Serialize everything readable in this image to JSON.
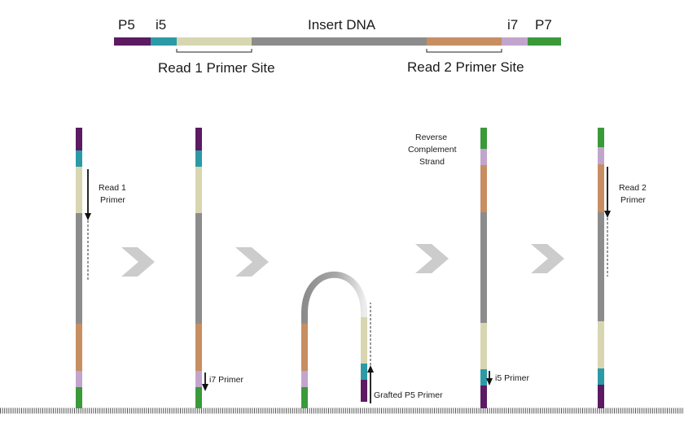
{
  "colors": {
    "p5": "#5c1a63",
    "i5": "#2b9aa6",
    "read1": "#d8d6b0",
    "insert": "#8c8c8c",
    "read2": "#c78e62",
    "i7": "#c2a5cc",
    "p7": "#3a9a3a",
    "chevron": "#cccccc",
    "arrow": "#111111"
  },
  "construct": {
    "labels": {
      "p5": "P5",
      "i5": "i5",
      "insert": "Insert DNA",
      "i7": "i7",
      "p7": "P7",
      "read1_site": "Read 1 Primer Site",
      "read2_site": "Read 2 Primer Site"
    }
  },
  "steps": {
    "read1_primer": [
      "Read 1",
      "Primer"
    ],
    "i7_primer": "i7 Primer",
    "grafted_p5_primer": "Grafted P5 Primer",
    "reverse_complement": [
      "Reverse",
      "Complement",
      "Strand"
    ],
    "i5_primer": "i5 Primer",
    "read2_primer": [
      "Read 2",
      "Primer"
    ]
  },
  "icons": {
    "step_arrow": "chevron-right-icon",
    "primer_arrow": "arrow-down-icon",
    "surface": "flow-cell-surface"
  }
}
